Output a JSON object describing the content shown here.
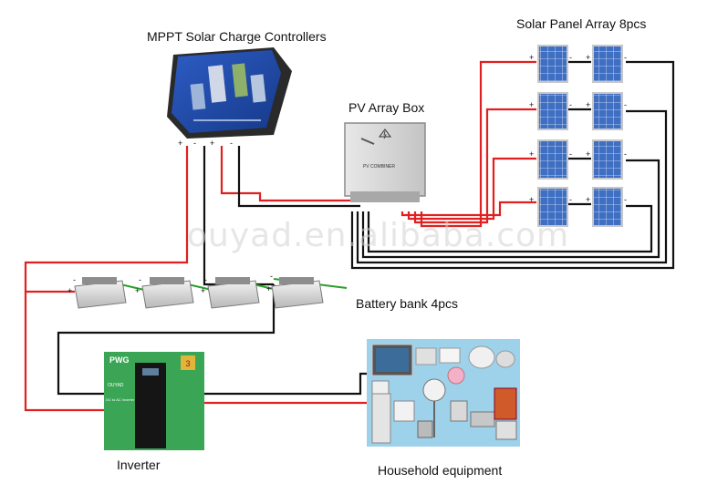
{
  "labels": {
    "controller": "MPPT Solar Charge Controllers",
    "pv_box": "PV  Array Box",
    "solar_array": "Solar Panel Array 8pcs",
    "battery_bank": "Battery bank 4pcs",
    "inverter": "Inverter",
    "household": "Household equipment"
  },
  "watermark": "ouyad.en.alibaba.com",
  "signs": {
    "plus": "+",
    "minus": "-"
  },
  "device_text": {
    "inverter_brand": "PWG",
    "inverter_badge": "3",
    "inverter_name": "OUYAD",
    "inverter_sub": "DC to AC Inverter",
    "pv_box_model": "PV COMBINER"
  },
  "colors": {
    "positive_wire": "#e02020",
    "negative_wire": "#111111",
    "link_wire": "#2aa02a",
    "controller": "#1f4aa8",
    "panel": "#3f6fc2",
    "frame": "#d8d8d8"
  },
  "icons": [
    "solar-panel-icon",
    "battery-icon",
    "charge-controller-icon",
    "pv-combiner-box-icon",
    "inverter-icon",
    "appliance-icon"
  ]
}
